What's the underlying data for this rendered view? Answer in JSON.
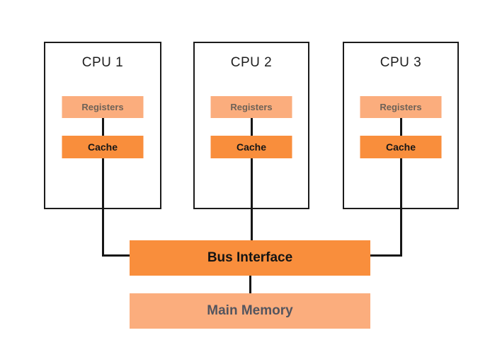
{
  "colors": {
    "background": "#FFFFFF",
    "orange": "#F98E3C",
    "light_orange": "#FBAD7D",
    "line_black": "#161616",
    "cpu_text": "#1E1E1E",
    "registers_text": "#6E6257",
    "memory_text": "#53555F"
  },
  "cpus": [
    {
      "label": "CPU 1",
      "registers": "Registers",
      "cache": "Cache"
    },
    {
      "label": "CPU 2",
      "registers": "Registers",
      "cache": "Cache"
    },
    {
      "label": "CPU 3",
      "registers": "Registers",
      "cache": "Cache"
    }
  ],
  "bus": {
    "label": "Bus Interface"
  },
  "memory": {
    "label": "Main Memory"
  }
}
